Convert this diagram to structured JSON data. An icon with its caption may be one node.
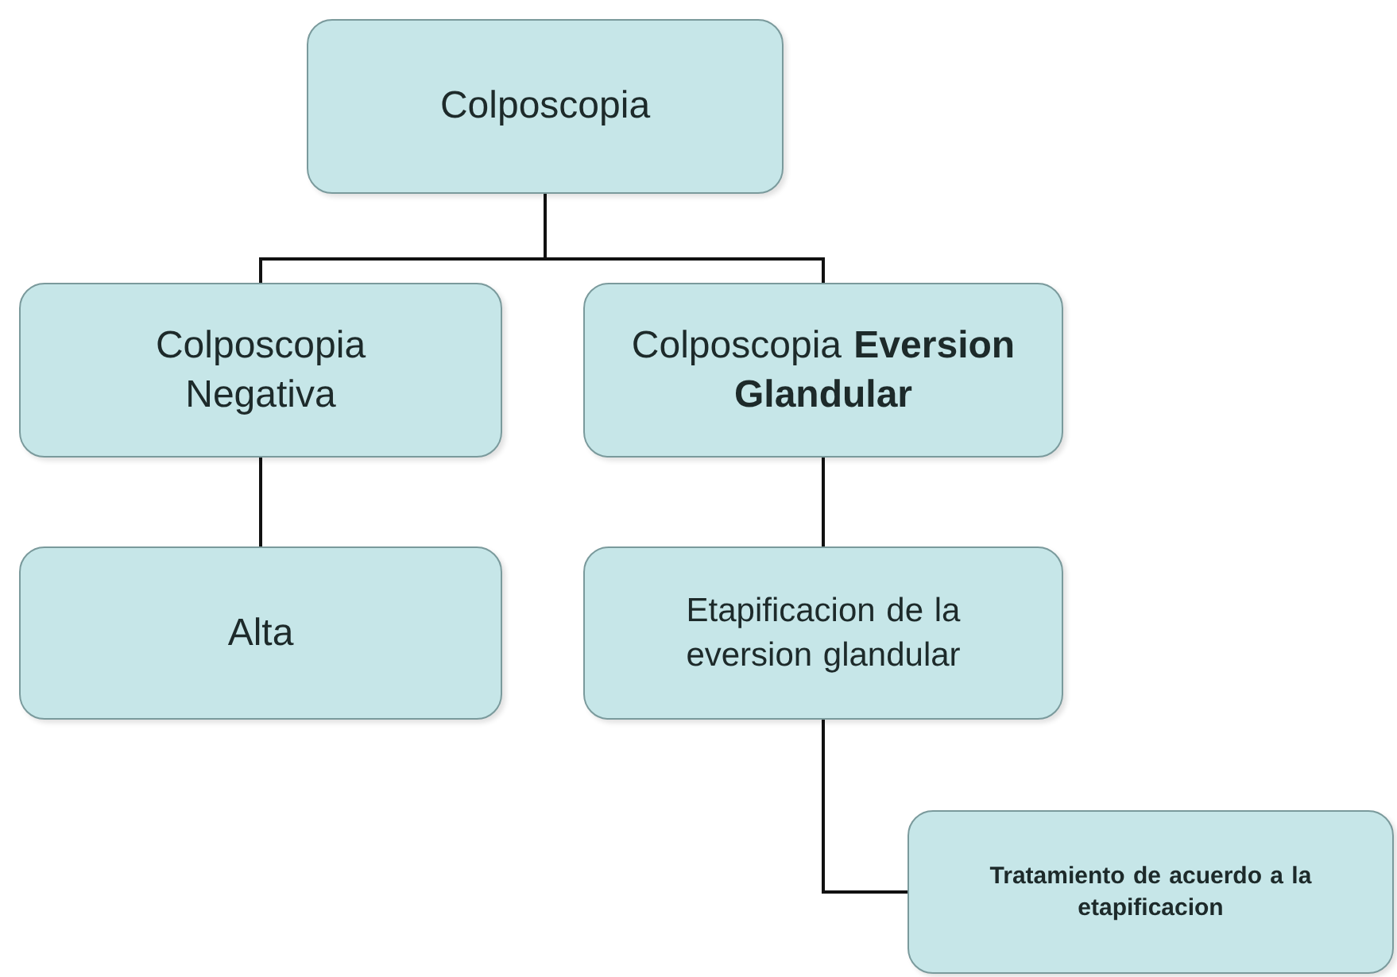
{
  "diagram": {
    "nodes": [
      {
        "text": [
          "Colposcopia"
        ]
      },
      {
        "text": [
          "Colposcopia Negativa"
        ]
      },
      {
        "text": [
          "Colposcopia **Eversion Glandular**"
        ]
      },
      {
        "text": [
          "Alta"
        ]
      },
      {
        "text": [
          "Etapificacion de la eversion glandular"
        ]
      },
      {
        "text": [
          "Tratamiento de acuerdo a la etapificacion"
        ]
      }
    ],
    "edges": [
      {
        "from": 0,
        "to": 1,
        "arrow": "none"
      },
      {
        "from": 0,
        "to": 2,
        "arrow": "none"
      },
      {
        "from": 1,
        "to": 3,
        "arrow": "none"
      },
      {
        "from": 2,
        "to": 4,
        "arrow": "none"
      },
      {
        "from": 4,
        "to": 5,
        "arrow": "none"
      }
    ]
  }
}
